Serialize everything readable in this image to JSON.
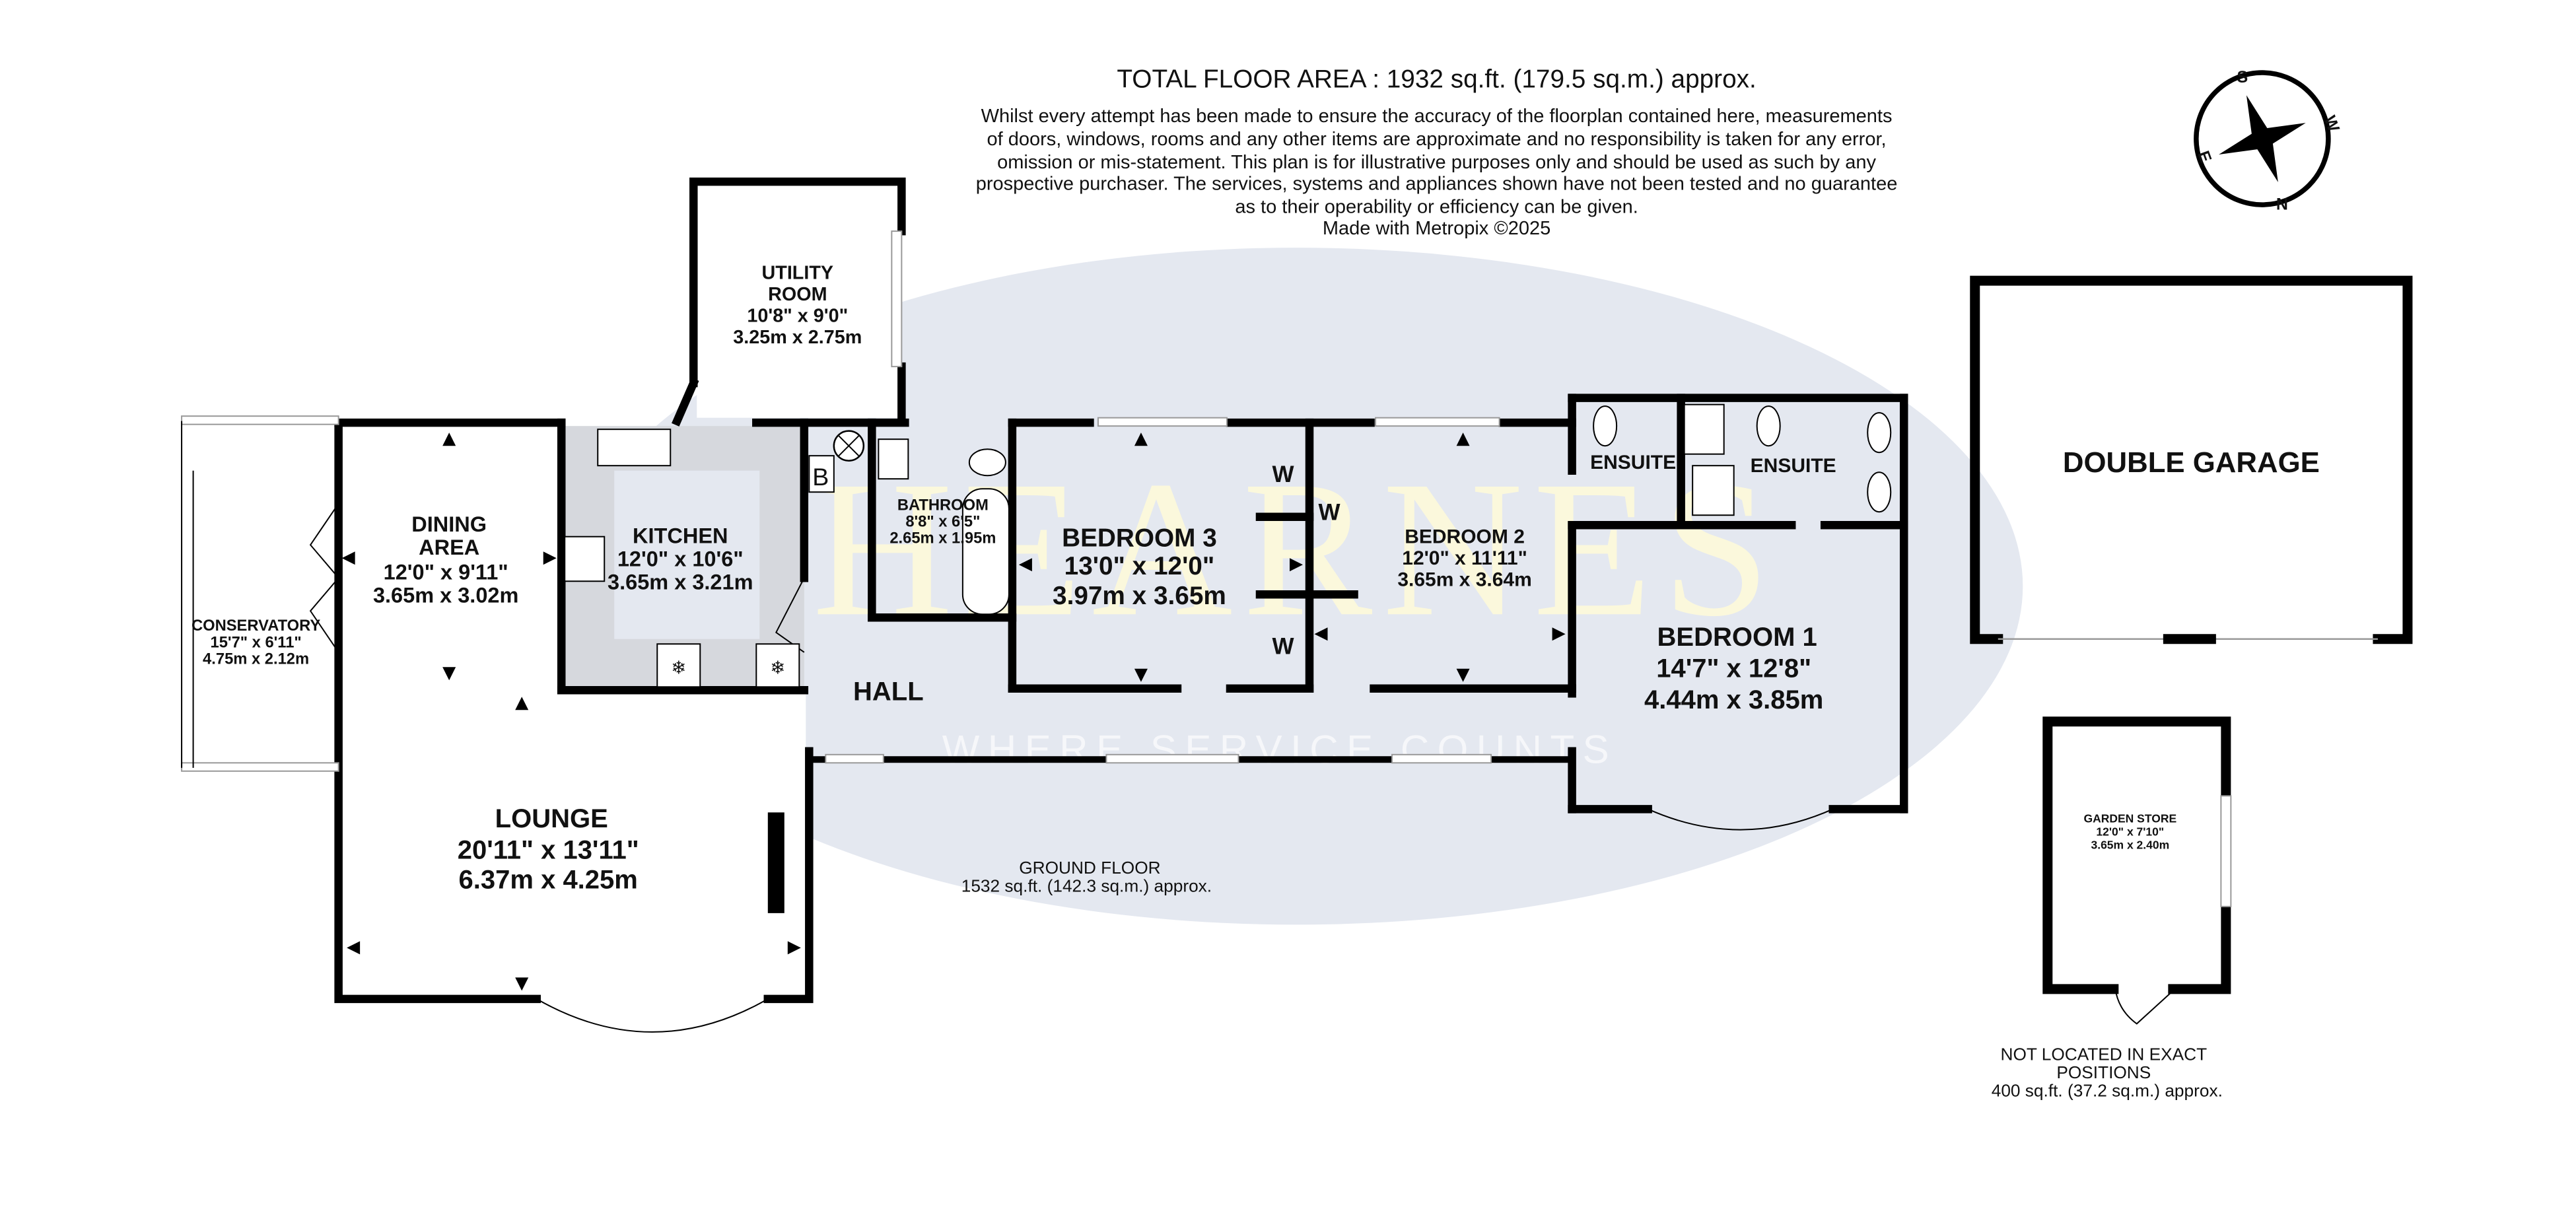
{
  "header": {
    "title": "TOTAL FLOOR AREA : 1932 sq.ft. (179.5 sq.m.) approx.",
    "disclaimer": [
      "Whilst every attempt has been made to ensure the accuracy of the floorplan contained here, measurements",
      "of doors, windows, rooms and any other items are approximate and no responsibility is taken for any error,",
      "omission or mis-statement. This plan is for illustrative purposes only and should be used as such by any",
      "prospective purchaser. The services, systems and appliances shown have not been tested and no guarantee",
      "as to their operability or efficiency can be given."
    ],
    "credit": "Made with Metropix ©2025"
  },
  "compass": {
    "n": "N",
    "s": "S",
    "e": "E",
    "w": "W"
  },
  "watermark": {
    "brand": "HEARNES",
    "tagline": "WHERE SERVICE COUNTS"
  },
  "rooms": {
    "utility": {
      "name1": "UTILITY",
      "name2": "ROOM",
      "imperial": "10'8\"  x 9'0\"",
      "metric": "3.25m  x 2.75m"
    },
    "dining": {
      "name1": "DINING",
      "name2": "AREA",
      "imperial": "12'0\"  x 9'11\"",
      "metric": "3.65m  x 3.02m"
    },
    "conservatory": {
      "name": "CONSERVATORY",
      "imperial": "15'7\"  x 6'11\"",
      "metric": "4.75m  x 2.12m"
    },
    "kitchen": {
      "name": "KITCHEN",
      "imperial": "12'0\"  x 10'6\"",
      "metric": "3.65m  x 3.21m"
    },
    "bathroom": {
      "name": "BATHROOM",
      "imperial": "8'8\"  x 6'5\"",
      "metric": "2.65m  x 1.95m"
    },
    "bedroom3": {
      "name": "BEDROOM 3",
      "imperial": "13'0\"  x 12'0\"",
      "metric": "3.97m  x 3.65m"
    },
    "bedroom2": {
      "name": "BEDROOM 2",
      "imperial": "12'0\"  x 11'11\"",
      "metric": "3.65m  x 3.64m"
    },
    "bedroom1": {
      "name": "BEDROOM 1",
      "imperial": "14'7\"  x 12'8\"",
      "metric": "4.44m  x 3.85m"
    },
    "ensuite1": {
      "name": "ENSUITE"
    },
    "ensuite2": {
      "name": "ENSUITE"
    },
    "hall": {
      "name": "HALL"
    },
    "lounge": {
      "name": "LOUNGE",
      "imperial": "20'11\"  x 13'11\"",
      "metric": "6.37m  x 4.25m"
    },
    "garage": {
      "name": "DOUBLE GARAGE"
    },
    "garden_store": {
      "name": "GARDEN STORE",
      "imperial": "12'0\"  x 7'10\"",
      "metric": "3.65m  x 2.40m"
    }
  },
  "fixtures": {
    "boiler": "B",
    "wardrobe": "W"
  },
  "ground_floor": {
    "label": "GROUND FLOOR",
    "area": "1532 sq.ft. (142.3 sq.m.) approx."
  },
  "outbuildings": {
    "note1": "NOT LOCATED IN EXACT",
    "note2": "POSITIONS",
    "area": "400 sq.ft. (37.2 sq.m.) approx."
  }
}
